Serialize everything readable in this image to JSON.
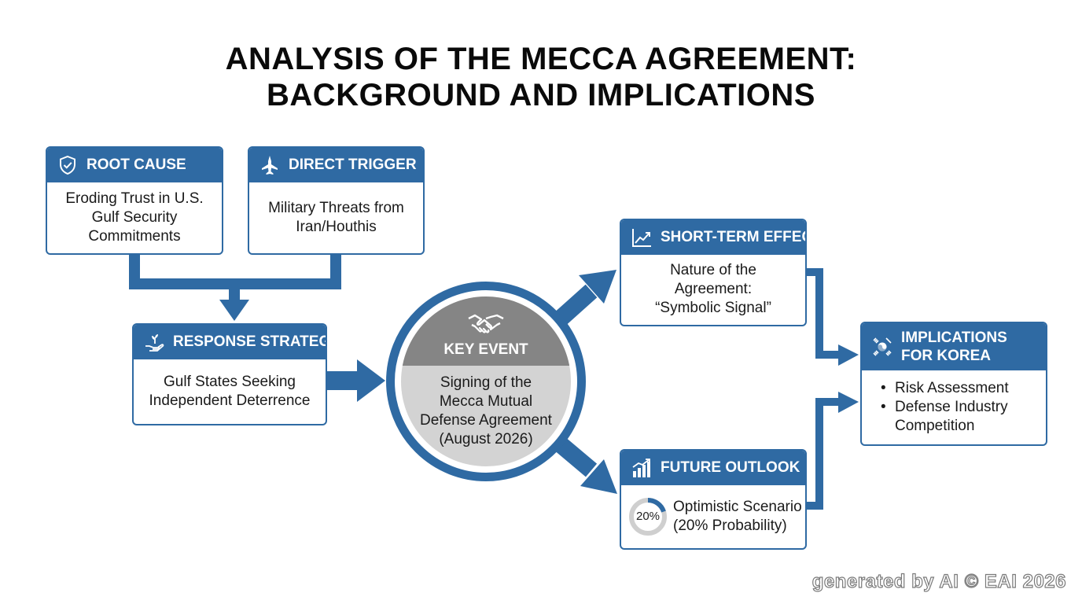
{
  "title": {
    "line1": "ANALYSIS OF THE MECCA AGREEMENT:",
    "line2": "BACKGROUND AND IMPLICATIONS"
  },
  "colors": {
    "primary": "#2f6aa3",
    "event_top": "#858585",
    "event_bottom": "#d3d3d3"
  },
  "root_cause": {
    "label": "ROOT CAUSE",
    "icon": "shield-check-icon",
    "lines": [
      "Eroding Trust in U.S.",
      "Gulf Security",
      "Commitments"
    ]
  },
  "direct_trigger": {
    "label": "DIRECT TRIGGER",
    "icon": "fighter-jet-icon",
    "lines": [
      "Military Threats from",
      "Iran/Houthis"
    ]
  },
  "response_strategy": {
    "label": "RESPONSE STRATEGY",
    "icon": "hand-plant-icon",
    "lines": [
      "Gulf States Seeking",
      "Independent Deterrence"
    ]
  },
  "key_event": {
    "label": "KEY EVENT",
    "icon": "handshake-icon",
    "lines": [
      "Signing of the",
      "Mecca Mutual",
      "Defense Agreement",
      "(August 2026)"
    ]
  },
  "short_term": {
    "label": "SHORT-TERM EFFECT",
    "icon": "trend-line-icon",
    "lines": [
      "Nature of the",
      "Agreement:",
      "“Symbolic Signal”"
    ]
  },
  "future_outlook": {
    "label": "FUTURE OUTLOOK",
    "icon": "bar-chart-growth-icon",
    "donut_label": "20%",
    "probability": 0.2,
    "lines": [
      "Optimistic Scenario",
      "(20% Probability)"
    ]
  },
  "korea": {
    "label_lines": [
      "IMPLICATIONS",
      "FOR KOREA"
    ],
    "icon": "korea-flag-icon",
    "bullets": [
      "Risk Assessment",
      "Defense Industry"
    ],
    "bullet_continuation": "Competition"
  },
  "watermark": "generated by AI © EAI 2026"
}
